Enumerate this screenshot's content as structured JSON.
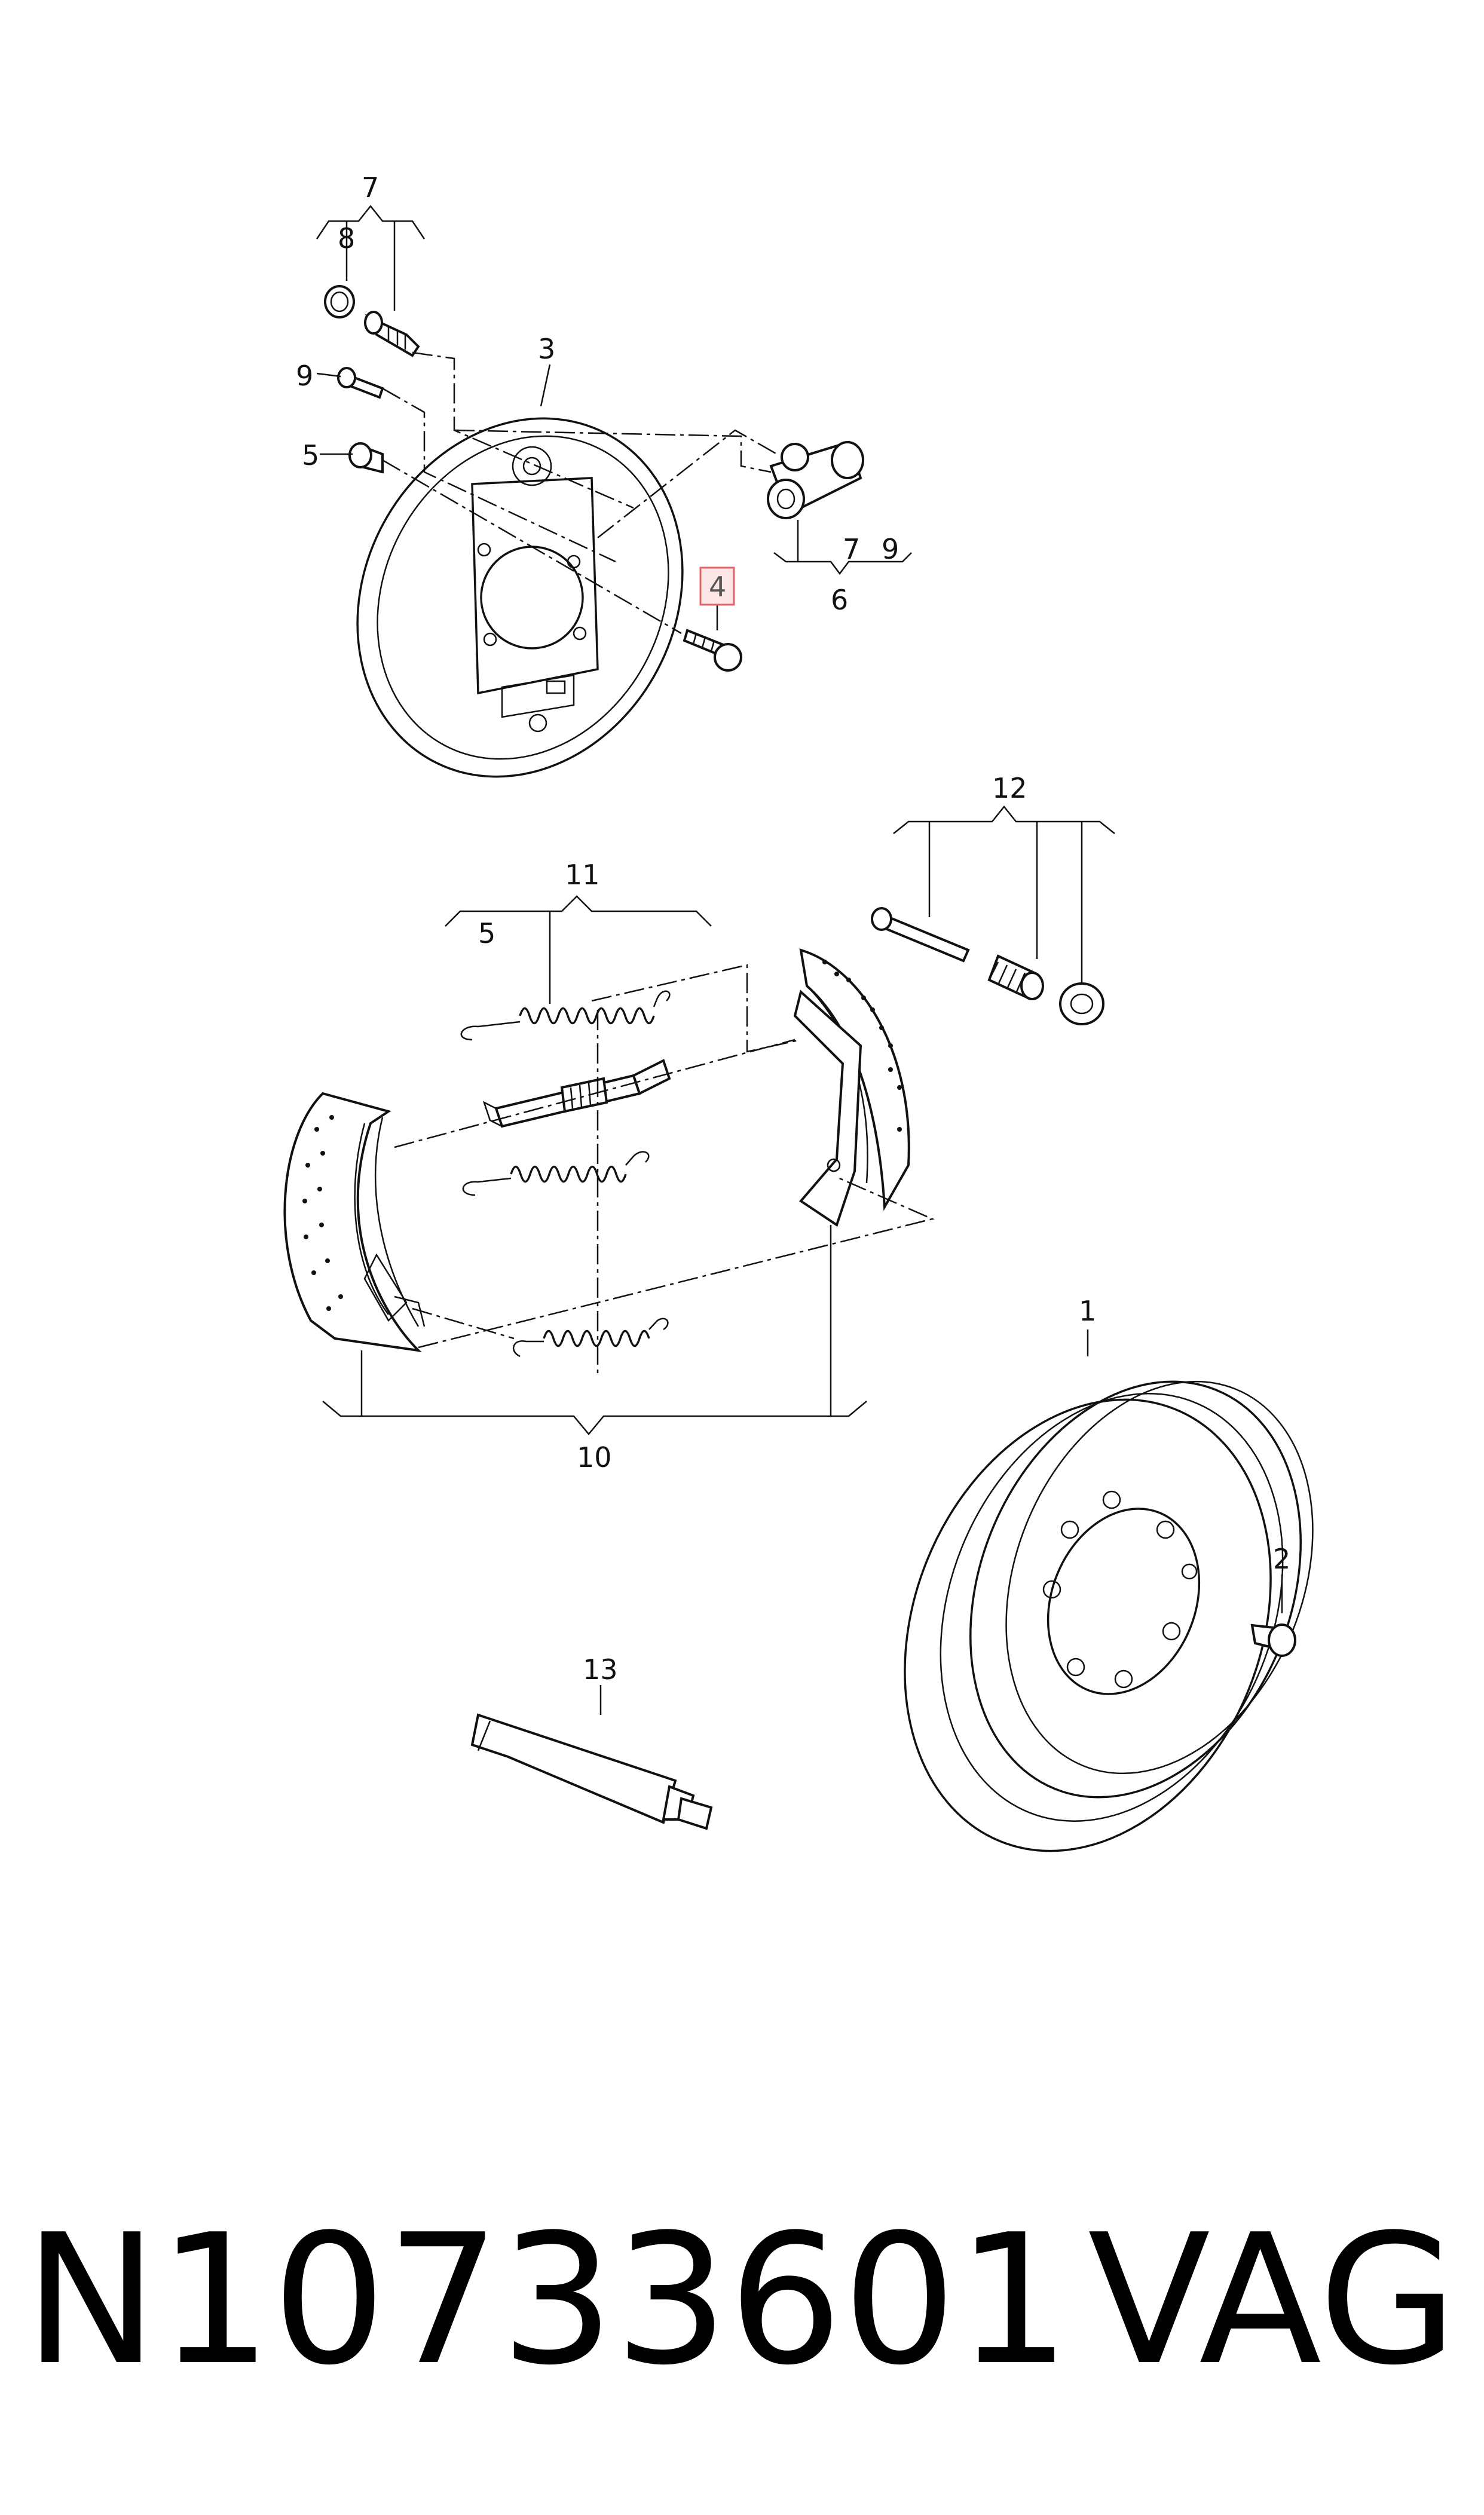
{
  "callouts": {
    "c1": "1",
    "c2": "2",
    "c3": "3",
    "c4": "4",
    "c5a": "5",
    "c5b": "5",
    "c6": "6",
    "c7a": "7",
    "c7b": "7",
    "c8": "8",
    "c9a": "9",
    "c9b": "9",
    "c10": "10",
    "c11": "11",
    "c12": "12",
    "c13": "13"
  },
  "highlight_color": "#e06666",
  "caption": {
    "part_number": "N10733601",
    "brand": "VAG"
  }
}
